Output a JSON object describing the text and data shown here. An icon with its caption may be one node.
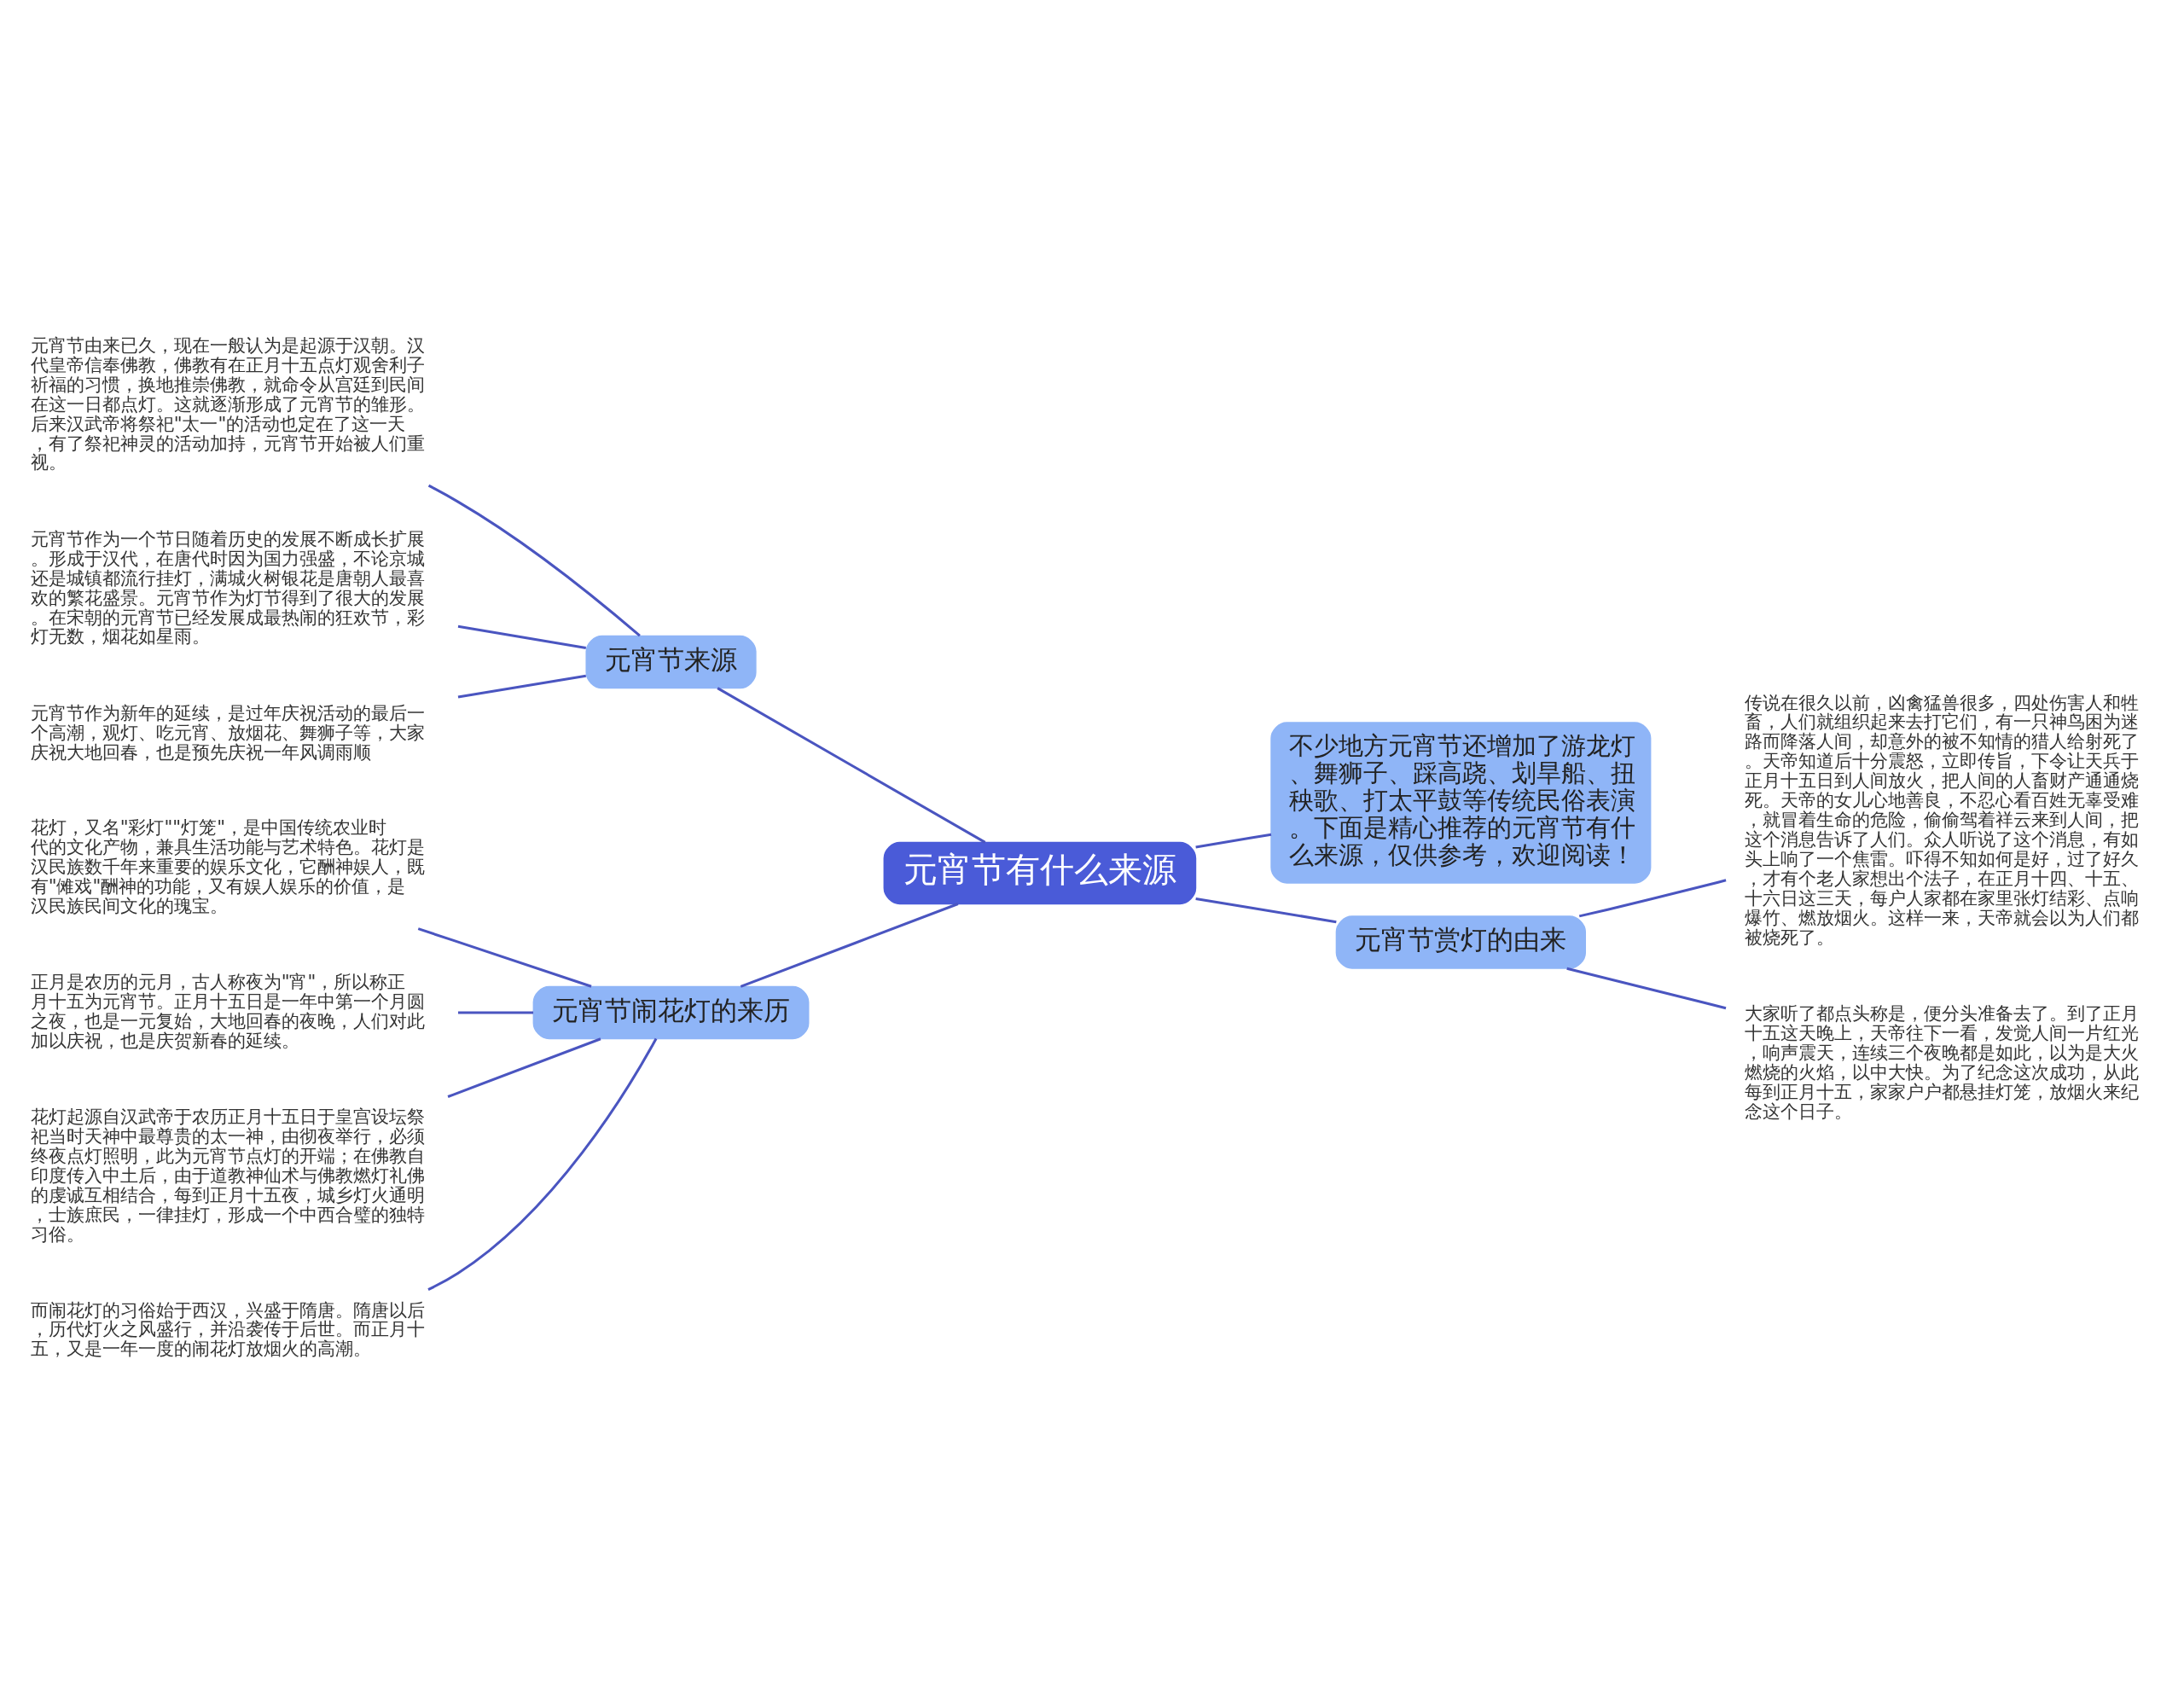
{
  "diagram": {
    "nodes": [
      {
        "text": [
          "元宵节有什么来源"
        ]
      },
      {
        "text": [
          "元宵节来源"
        ]
      },
      {
        "text": [
          "元宵节由来已久，现在一般认为是起源于汉朝。汉代皇帝信奉佛教，佛教有在正月十五点灯观舍利子祈福的习惯，换地推崇佛教，就命令从宫廷到民间在这一日都点灯。这就逐渐形成了元宵节的雏形。后来汉武帝将祭祀\"太一\"的活动也定在了这一天，有了祭祀神灵的活动加持，元宵节开始被人们重视。"
        ]
      },
      {
        "text": [
          "元宵节作为一个节日随着历史的发展不断成长扩展。形成于汉代，在唐代时因为国力强盛，不论京城还是城镇都流行挂灯，满城火树银花是唐朝人最喜欢的繁花盛景。元宵节作为灯节得到了很大的发展。在宋朝的元宵节已经发展成最热闹的狂欢节，彩灯无数，烟花如星雨。"
        ]
      },
      {
        "text": [
          "元宵节作为新年的延续，是过年庆祝活动的最后一个高潮，观灯、吃元宵、放烟花、舞狮子等，大家庆祝大地回春，也是预先庆祝一年风调雨顺"
        ]
      },
      {
        "text": [
          "元宵节闹花灯的来历"
        ]
      },
      {
        "text": [
          "花灯，又名\"彩灯\"\"灯笼\"，是中国传统农业时代的文化产物，兼具生活功能与艺术特色。花灯是汉民族数千年来重要的娱乐文化，它酬神娱人，既有\"傩戏\"酬神的功能，又有娱人娱乐的价值，是汉民族民间文化的瑰宝。"
        ]
      },
      {
        "text": [
          "正月是农历的元月，古人称夜为\"宵\"，所以称正月十五为元宵节。正月十五日是一年中第一个月圆之夜，也是一元复始，大地回春的夜晚，人们对此加以庆祝，也是庆贺新春的延续。"
        ]
      },
      {
        "text": [
          "花灯起源自汉武帝于农历正月十五日于皇宫设坛祭祀当时天神中最尊贵的太一神，由彻夜举行，必须终夜点灯照明，此为元宵节点灯的开端；在佛教自印度传入中土后，由于道教神仙术与佛教燃灯礼佛的虔诚互相结合，每到正月十五夜，城乡灯火通明，士族庶民，一律挂灯，形成一个中西合璧的独特习俗。"
        ]
      },
      {
        "text": [
          "而闹花灯的习俗始于西汉，兴盛于隋唐。隋唐以后，历代灯火之风盛行，并沿袭传于后世。而正月十五，又是一年一度的闹花灯放烟火的高潮。"
        ]
      },
      {
        "text": [
          "不少地方元宵节还增加了游龙灯、舞狮子、踩高跷、划旱船、扭秧歌、打太平鼓等传统民俗表演。下面是精心推荐的元宵节有什么来源，仅供参考，欢迎阅读！"
        ]
      },
      {
        "text": [
          "元宵节赏灯的由来"
        ]
      },
      {
        "text": [
          "传说在很久以前，凶禽猛兽很多，四处伤害人和牲畜，人们就组织起来去打它们，有一只神鸟困为迷路而降落人间，却意外的被不知情的猎人给射死了。天帝知道后十分震怒，立即传旨，下令让天兵于正月十五日到人间放火，把人间的人畜财产通通烧死。天帝的女儿心地善良，不忍心看百姓无辜受难，就冒着生命的危险，偷偷驾着祥云来到人间，把这个消息告诉了人们。众人听说了这个消息，有如头上响了一个焦雷。吓得不知如何是好，过了好久，才有个老人家想出个法子，在正月十四、十五、十六日这三天，每户人家都在家里张灯结彩、点响爆竹、燃放烟火。这样一来，天帝就会以为人们都被烧死了。"
        ]
      },
      {
        "text": [
          "大家听了都点头称是，便分头准备去了。到了正月十五这天晚上，天帝往下一看，发觉人间一片红光，响声震天，连续三个夜晚都是如此，以为是大火燃烧的火焰，以中大快。为了纪念这次成功，从此每到正月十五，家家户户都悬挂灯笼，放烟火来纪念这个日子。"
        ]
      }
    ],
    "edges": [
      {
        "from": 0,
        "to": 1,
        "arrow": "none"
      },
      {
        "from": 1,
        "to": 2,
        "arrow": "none"
      },
      {
        "from": 1,
        "to": 3,
        "arrow": "none"
      },
      {
        "from": 1,
        "to": 4,
        "arrow": "none"
      },
      {
        "from": 0,
        "to": 5,
        "arrow": "none"
      },
      {
        "from": 5,
        "to": 6,
        "arrow": "none"
      },
      {
        "from": 5,
        "to": 7,
        "arrow": "none"
      },
      {
        "from": 5,
        "to": 8,
        "arrow": "none"
      },
      {
        "from": 5,
        "to": 9,
        "arrow": "none"
      },
      {
        "from": 0,
        "to": 10,
        "arrow": "none"
      },
      {
        "from": 0,
        "to": 11,
        "arrow": "none"
      },
      {
        "from": 11,
        "to": 12,
        "arrow": "none"
      },
      {
        "from": 11,
        "to": 13,
        "arrow": "none"
      }
    ]
  }
}
